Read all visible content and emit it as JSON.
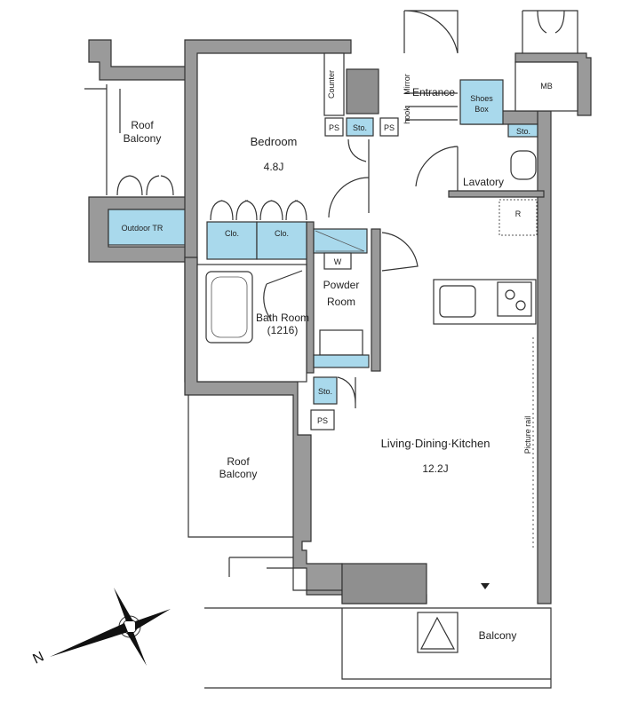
{
  "plan": {
    "rooms": {
      "roof_balcony_top": [
        "Roof",
        "Balcony"
      ],
      "bedroom": {
        "name": "Bedroom",
        "size": "4.8J"
      },
      "counter": "Counter",
      "ps": "PS",
      "sto": "Sto.",
      "mirror": "Mirror",
      "hook": "hook",
      "entrance": "Entrance",
      "shoes_box": [
        "Shoes",
        "Box"
      ],
      "mb": "MB",
      "lavatory": "Lavatory",
      "outdoor_tr": "Outdoor TR",
      "clo": "Clo.",
      "w": "W",
      "powder_room": [
        "Powder",
        "Room"
      ],
      "bath_room": [
        "Bath Room",
        "(1216)"
      ],
      "r": "R",
      "ldk": {
        "name": "Living·Dining·Kitchen",
        "size": "12.2J"
      },
      "picture_rail": "Picture rail",
      "roof_balcony_bottom": [
        "Roof",
        "Balcony"
      ],
      "balcony": "Balcony"
    },
    "compass": {
      "north_label": "N"
    },
    "colors": {
      "wall": "#9a9a9a",
      "storage": "#a9d9ec"
    }
  }
}
